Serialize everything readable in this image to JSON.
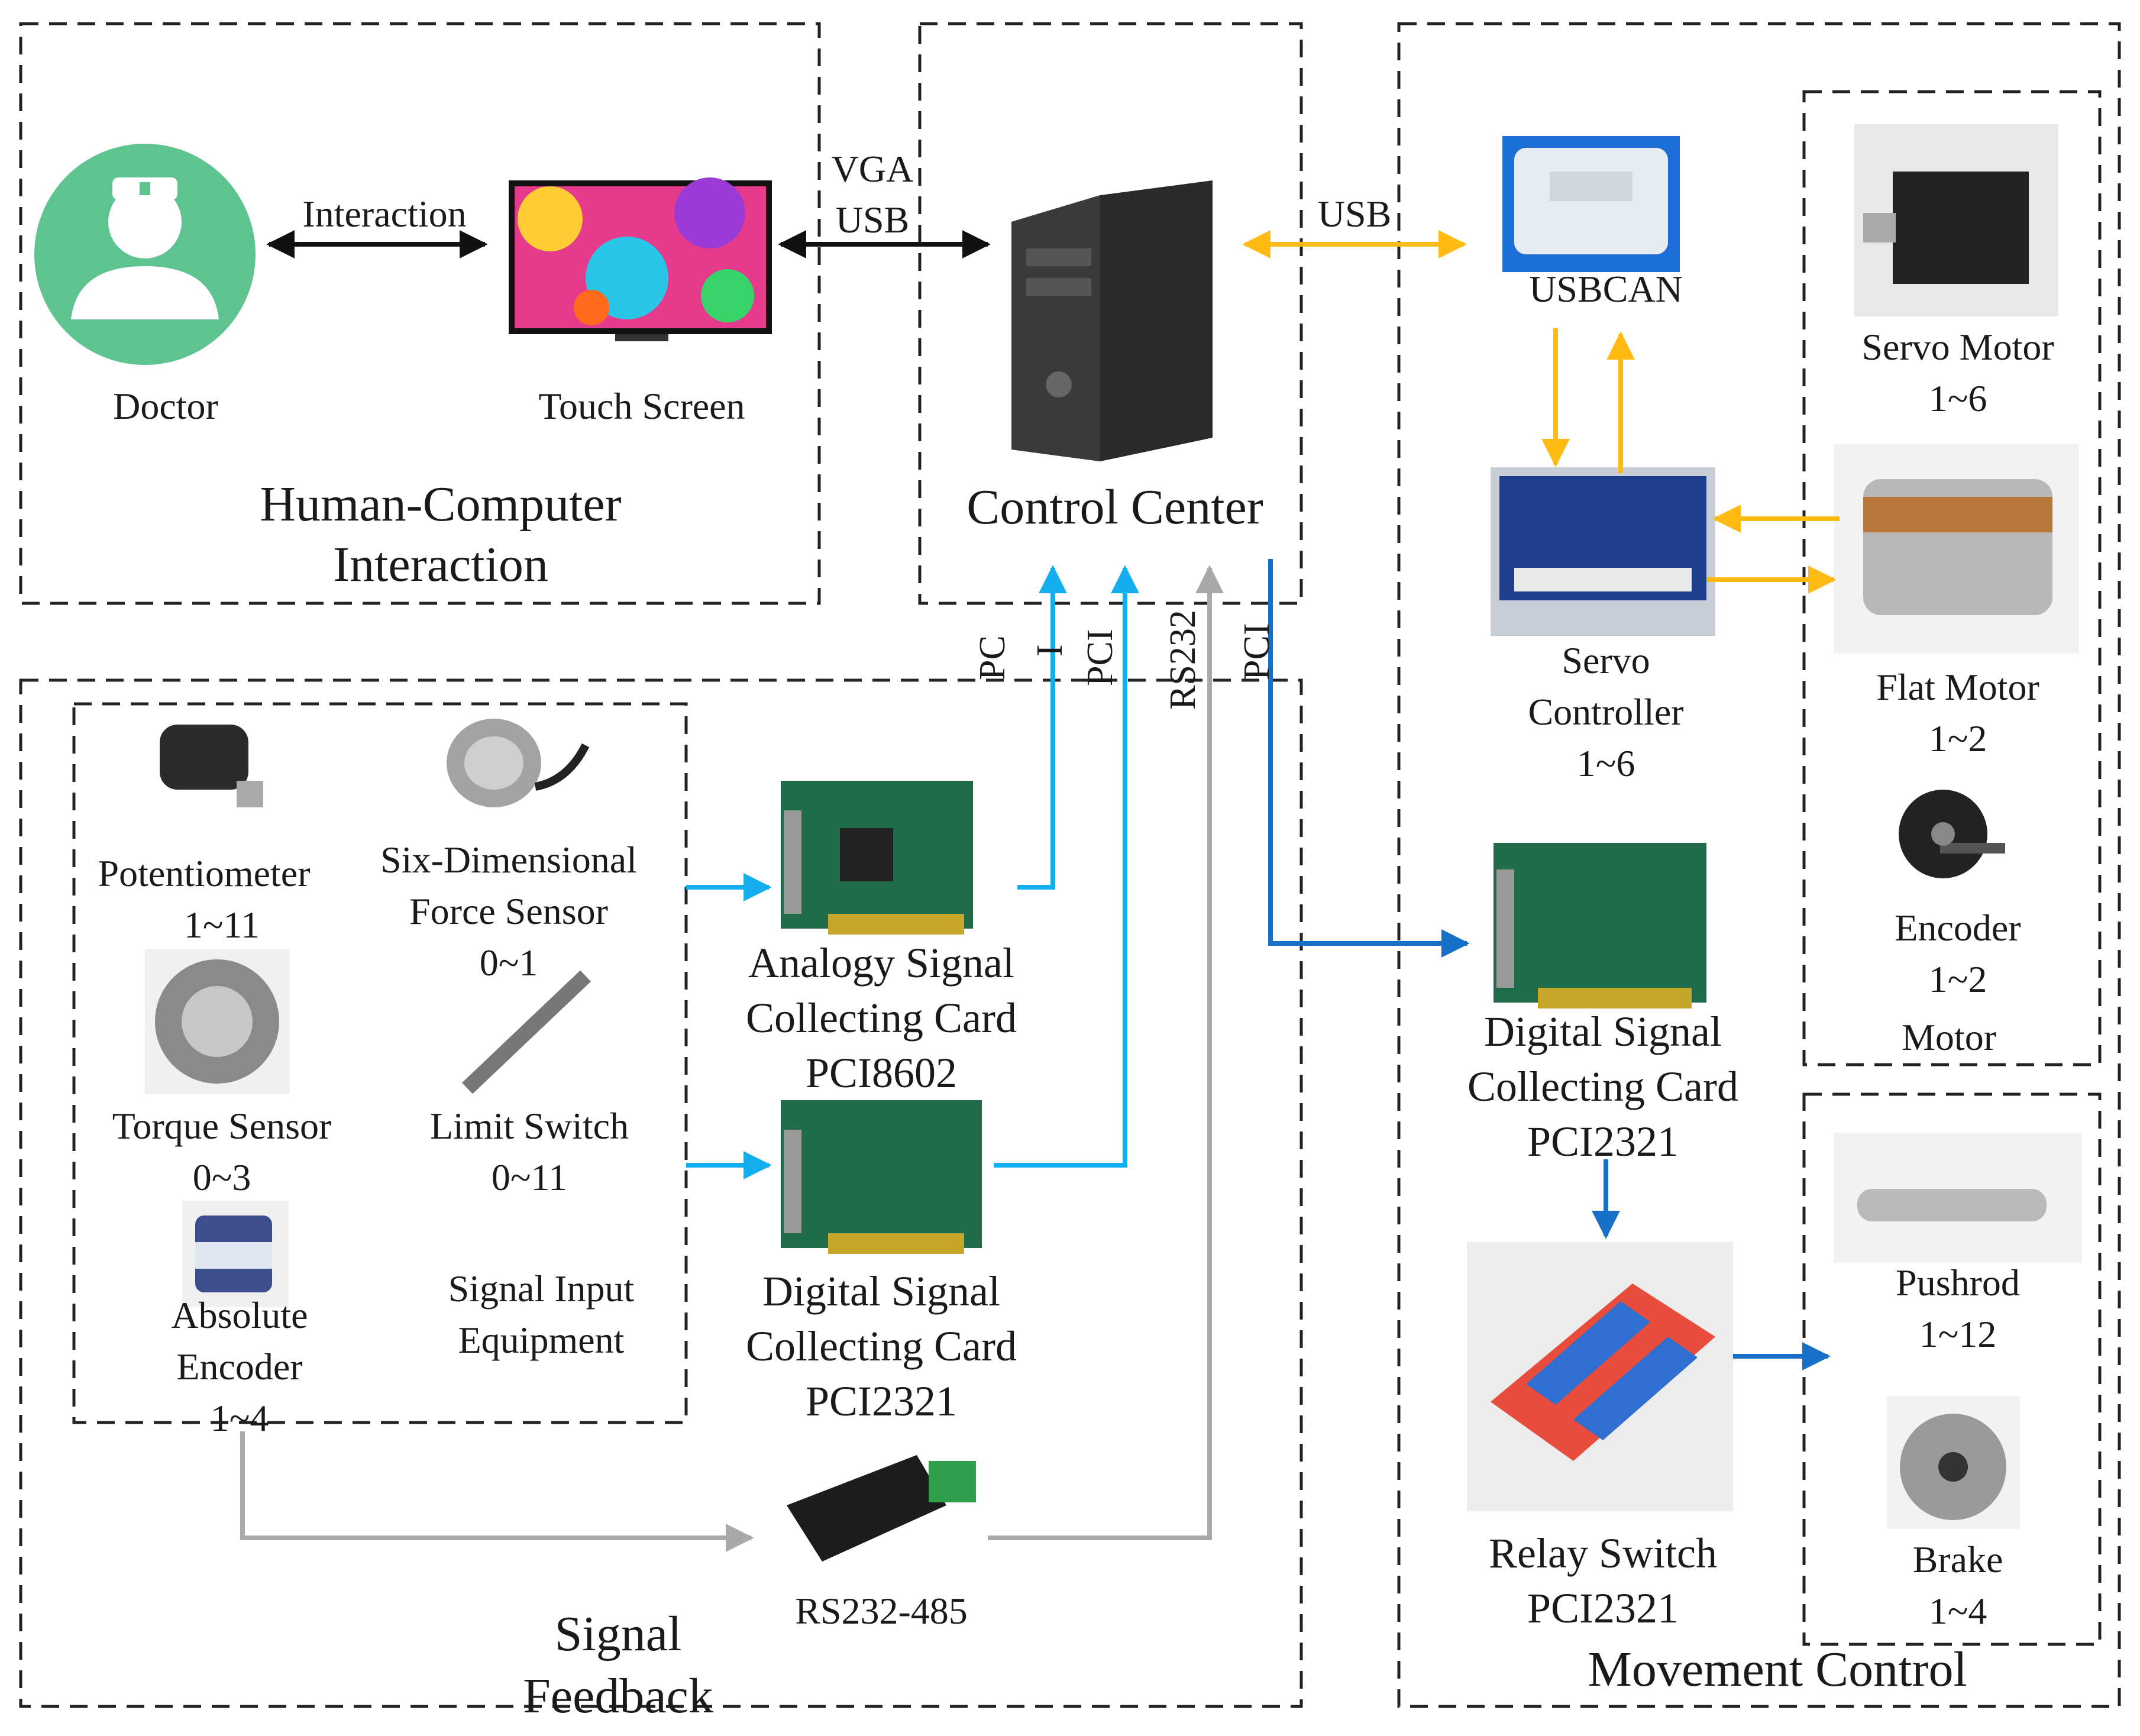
{
  "groups": {
    "hci": [
      "Human-Computer",
      "Interaction"
    ],
    "control": "Control Center",
    "feedback": [
      "Signal",
      "Feedback"
    ],
    "movement": "Movement Control"
  },
  "nodes": {
    "doctor": "Doctor",
    "touch_screen": "Touch Screen",
    "usbcan": "USBCAN",
    "servo_motor": [
      "Servo Motor",
      "1~6"
    ],
    "servo_controller": [
      "Servo",
      "Controller",
      "1~6"
    ],
    "flat_motor": [
      "Flat Motor",
      "1~2"
    ],
    "encoder": [
      "Encoder",
      "1~2"
    ],
    "motor_group": "Motor",
    "potentiometer": [
      "Potentiometer",
      "1~11"
    ],
    "force_sensor": [
      "Six-Dimensional",
      "Force Sensor",
      "0~1"
    ],
    "torque_sensor": [
      "Torque Sensor",
      "0~3"
    ],
    "limit_switch": [
      "Limit Switch",
      "0~11"
    ],
    "absolute_encoder": [
      "Absolute",
      "Encoder",
      "1~4"
    ],
    "signal_input": [
      "Signal Input",
      "Equipment"
    ],
    "analog_card": [
      "Analogy Signal",
      "Collecting Card",
      "PCI8602"
    ],
    "digital_in_card": [
      "Digital Signal",
      "Collecting Card",
      "PCI2321"
    ],
    "digital_out_card": [
      "Digital Signal",
      "Collecting Card",
      "PCI2321"
    ],
    "rs232_485": "RS232-485",
    "relay_switch": [
      "Relay Switch",
      "PCI2321"
    ],
    "pushrod": [
      "Pushrod",
      "1~12"
    ],
    "brake": [
      "Brake",
      "1~4"
    ]
  },
  "links": {
    "interaction": "Interaction",
    "vga": "VGA",
    "usb_a": "USB",
    "usb_b": "USB",
    "pci_1a": "PC",
    "pci_1b": "I",
    "pci_2": "PCI",
    "rs232": "RS232",
    "pci_3": "PCI"
  },
  "colors": {
    "black": "#111111",
    "yellow": "#ffba14",
    "cyan": "#12aef0",
    "dark_blue": "#1670c8",
    "gray": "#a9a9a9",
    "doctor_green": "#5ec38f"
  }
}
